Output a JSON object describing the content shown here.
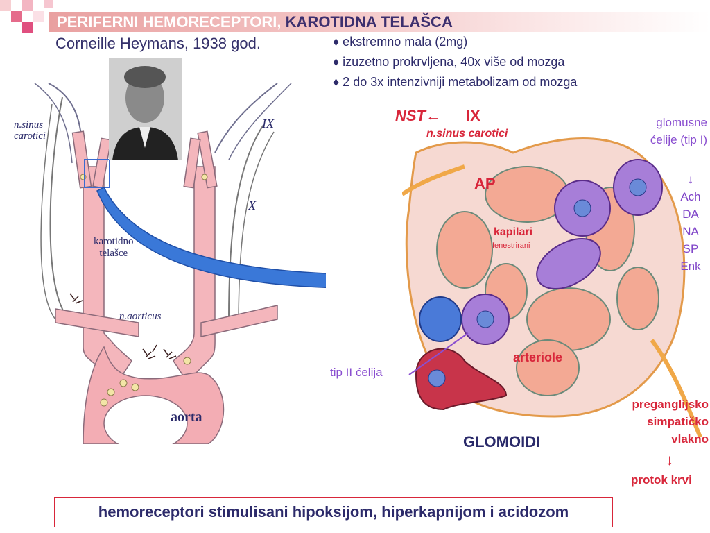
{
  "title": {
    "part1": "PERIFERNI HEMORECEPTORI,",
    "part2": "KAROTIDNA TELAŠCA"
  },
  "subtitle": "Corneille Heymans, 1938 god.",
  "bullets": [
    "♦ ekstremno mala (2mg)",
    "♦ izuzetno prokrvljena, 40x više od mozga",
    "♦ 2 do 3x intenzivniji metabolizam od mozga"
  ],
  "left_diagram": {
    "n_sinus_carotici_1": "n.sinus",
    "n_sinus_carotici_2": "carotici",
    "nerve_ix": "IX",
    "nerve_x": "X",
    "karotidno_1": "karotidno",
    "karotidno_2": "telašce",
    "n_aorticus": "n.aorticus",
    "aorta": "aorta"
  },
  "right_diagram": {
    "nst": "NST←",
    "ix": "IX",
    "n_sinus_carotici": "n.sinus carotici",
    "ap": "AP",
    "kapilari": "kapilari",
    "fenestrirani": "fenestrirani",
    "arteriole": "arteriole",
    "tip_ii": "tip II ćelija",
    "glomoidi": "GLOMOIDI",
    "glomusne_1": "glomusne",
    "glomusne_2": "ćelije (tip I)",
    "arrow": "↓",
    "substances": [
      "Ach",
      "DA",
      "NA",
      "SP",
      "Enk"
    ],
    "preganglijsko_1": "preganglijsko",
    "preganglijsko_2": "simpatičko",
    "preganglijsko_3": "vlakno",
    "arrow2": "↓",
    "protok_krvi": "protok krvi"
  },
  "caption": "hemoreceptori stimulisani hipoksijom, hiperkapnijom i acidozom",
  "colors": {
    "accent_red": "#d8263a",
    "purple": "#8a4fd0",
    "navy": "#2d2b6a",
    "vessel_pink": "#f2b3b8",
    "title_gradient": "#e9a0a0"
  }
}
